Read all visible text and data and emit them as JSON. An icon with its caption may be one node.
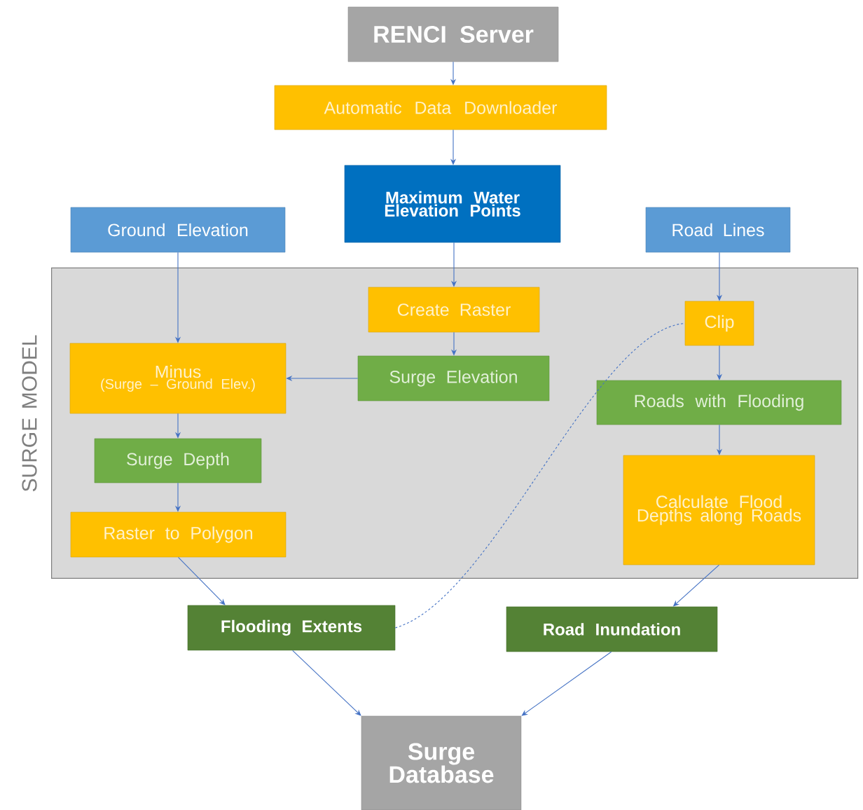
{
  "diagram": {
    "nodes": [
      {
        "text": [
          "RENCI Server"
        ]
      },
      {
        "text": [
          "Automatic Data Downloader"
        ]
      },
      {
        "text": [
          "Maximum Water Elevation Points"
        ]
      },
      {
        "text": [
          "Ground Elevation"
        ]
      },
      {
        "text": [
          "Road Lines"
        ]
      },
      {
        "text": [
          "SURGE MODEL"
        ]
      },
      {
        "text": [
          "Create Raster"
        ],
        "in": 5
      },
      {
        "text": [
          "Clip"
        ],
        "in": 5
      },
      {
        "text": [
          "Minus",
          "(Surge – Ground Elev.)"
        ],
        "in": 5
      },
      {
        "text": [
          "Surge Elevation"
        ],
        "in": 5
      },
      {
        "text": [
          "Roads with Flooding"
        ],
        "in": 5
      },
      {
        "text": [
          "Surge Depth"
        ],
        "in": 5
      },
      {
        "text": [
          "Calculate Flood Depths along Roads"
        ],
        "in": 5
      },
      {
        "text": [
          "Raster to Polygon"
        ],
        "in": 5
      },
      {
        "text": [
          "Flooding Extents"
        ]
      },
      {
        "text": [
          "Road Inundation"
        ]
      },
      {
        "text": [
          "Surge Database"
        ]
      }
    ],
    "edges": [
      {
        "from": 0,
        "to": 1,
        "arrow": "to"
      },
      {
        "from": 1,
        "to": 2,
        "arrow": "to"
      },
      {
        "from": 2,
        "to": 6,
        "arrow": "to"
      },
      {
        "from": 3,
        "to": 8,
        "arrow": "to"
      },
      {
        "from": 4,
        "to": 7,
        "arrow": "to"
      },
      {
        "from": 6,
        "to": 9,
        "arrow": "to"
      },
      {
        "from": 9,
        "to": 8,
        "arrow": "to"
      },
      {
        "from": 8,
        "to": 11,
        "arrow": "to"
      },
      {
        "from": 11,
        "to": 13,
        "arrow": "to"
      },
      {
        "from": 7,
        "to": 10,
        "arrow": "to"
      },
      {
        "from": 10,
        "to": 12,
        "arrow": "to"
      },
      {
        "from": 13,
        "to": 14,
        "arrow": "to"
      },
      {
        "from": 12,
        "to": 15,
        "arrow": "to"
      },
      {
        "from": 14,
        "to": 16,
        "arrow": "to"
      },
      {
        "from": 15,
        "to": 16,
        "arrow": "to"
      },
      {
        "from": 14,
        "to": 7,
        "arrow": "none",
        "style": "dashed"
      }
    ]
  }
}
